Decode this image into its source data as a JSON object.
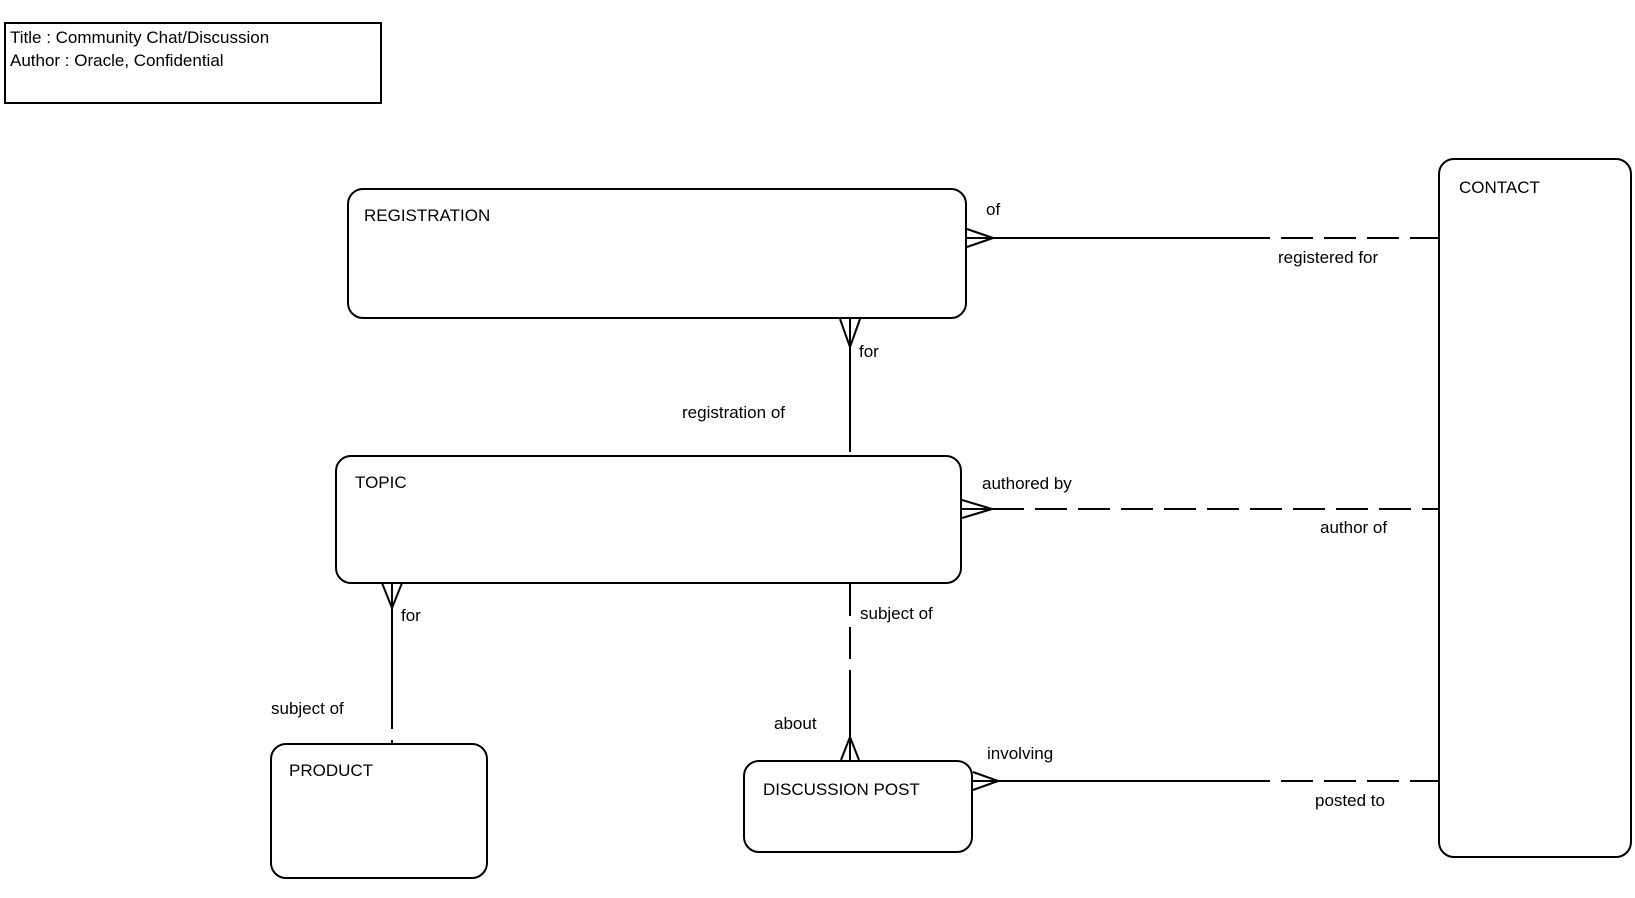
{
  "diagram": {
    "title": "Title : Community Chat/Discussion",
    "author": "Author : Oracle, Confidential",
    "notation": "barker-erd"
  },
  "colors": {
    "line": "#000000",
    "text": "#000000",
    "background": "#ffffff"
  },
  "entities": {
    "registration": {
      "name": "REGISTRATION"
    },
    "topic": {
      "name": "TOPIC"
    },
    "product": {
      "name": "PRODUCT"
    },
    "discussion_post": {
      "name": "DISCUSSION POST"
    },
    "contact": {
      "name": "CONTACT"
    }
  },
  "relationships": {
    "registration_contact": {
      "from_entity": "REGISTRATION",
      "to_entity": "CONTACT",
      "from_label": "of",
      "to_label": "registered for",
      "crow_foot_at": "REGISTRATION",
      "solid_half": "REGISTRATION",
      "dashed_half": "CONTACT"
    },
    "registration_topic": {
      "from_entity": "REGISTRATION",
      "to_entity": "TOPIC",
      "from_label": "for",
      "to_label": "registration of",
      "crow_foot_at": "REGISTRATION",
      "solid_half": "REGISTRATION",
      "dashed_half": "TOPIC"
    },
    "topic_contact": {
      "from_entity": "TOPIC",
      "to_entity": "CONTACT",
      "from_label": "authored by",
      "to_label": "author of",
      "crow_foot_at": "TOPIC",
      "solid_half": "",
      "dashed_half": "both"
    },
    "topic_product": {
      "from_entity": "TOPIC",
      "to_entity": "PRODUCT",
      "from_label": "for",
      "to_label": "subject of",
      "crow_foot_at": "TOPIC",
      "solid_half": "TOPIC",
      "dashed_half": "PRODUCT"
    },
    "discussion_post_topic": {
      "from_entity": "DISCUSSION POST",
      "to_entity": "TOPIC",
      "from_label": "about",
      "to_label": "subject of",
      "crow_foot_at": "DISCUSSION POST",
      "solid_half": "DISCUSSION POST",
      "dashed_half": "TOPIC"
    },
    "discussion_post_contact": {
      "from_entity": "DISCUSSION POST",
      "to_entity": "CONTACT",
      "from_label": "involving",
      "to_label": "posted to",
      "crow_foot_at": "DISCUSSION POST",
      "solid_half": "DISCUSSION POST",
      "dashed_half": "CONTACT"
    }
  }
}
